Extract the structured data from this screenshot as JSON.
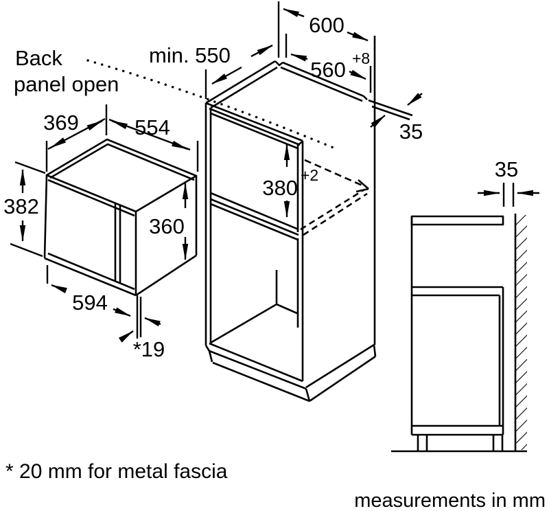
{
  "annotation": {
    "back_panel_line1": "Back",
    "back_panel_line2": "panel open"
  },
  "dims": {
    "cabinet_depth": "min. 550",
    "cabinet_width": "600",
    "niche_width": "560",
    "niche_width_tol": "+8",
    "side_panel_thickness": "35",
    "niche_height": "380",
    "niche_height_tol": "+2",
    "wall_gap": "35",
    "oven_depth": "369",
    "oven_width_top": "554",
    "oven_height_left": "382",
    "oven_height_right": "360",
    "oven_width_front": "594",
    "fascia_offset": "*19"
  },
  "notes": {
    "footnote": "* 20 mm for metal fascia",
    "units": "measurements in mm"
  },
  "colors": {
    "line": "#000000",
    "background": "#ffffff"
  }
}
